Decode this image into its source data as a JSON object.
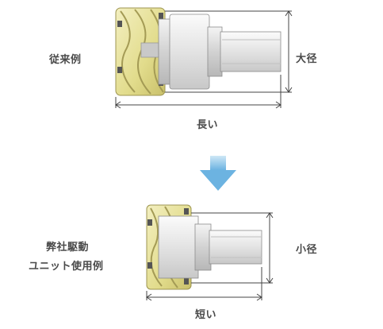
{
  "labels": {
    "top_left": "従来例",
    "top_diameter": "大径",
    "top_length": "長い",
    "bottom_left_line1": "弊社駆動",
    "bottom_left_line2": "ユニット使用例",
    "bottom_diameter": "小径",
    "bottom_length": "短い"
  },
  "colors": {
    "roller_yellow": "#e8e29a",
    "roller_edge": "#a9a257",
    "hub_gray": "#d8d8d8",
    "shaft_gray": "#e9e9e9",
    "arrow_blue": "#7fbfe6",
    "dimension_line": "#444444"
  }
}
